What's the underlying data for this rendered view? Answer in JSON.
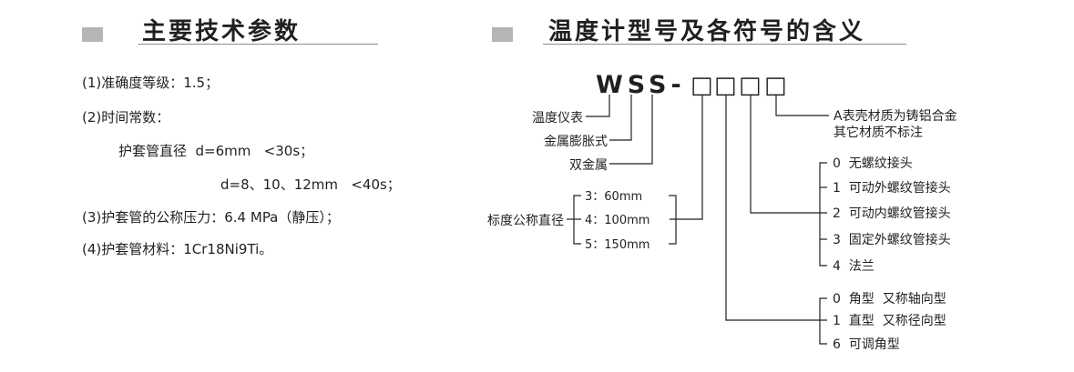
{
  "left_section": {
    "title": "主要技术参数",
    "specs": [
      "(1)准确度等级：1.5；",
      "(2)时间常数：",
      "护套管直径  d=6mm   <30s；",
      "d=8、10、12mm   <40s；",
      "(3)护套管的公称压力：6.4 MPa（静压）；",
      "(4)护套管材料：1Cr18Ni9Ti。"
    ]
  },
  "right_section": {
    "title": "温度计型号及各符号的含义",
    "model_code": "WSS-",
    "model_boxes": [
      "□",
      "□",
      "□",
      "□"
    ],
    "product_labels": [
      "温度仪表",
      "金属膨胀式",
      "双金属"
    ],
    "diameter_label": "标度公称直径",
    "diameter_options": [
      "3：60mm",
      "4：100mm",
      "5：150mm"
    ],
    "connection_options": [
      "0  无螺纹接头",
      "1  可动外螺纹管接头",
      "2  可动内螺纹管接头",
      "3  固定外螺纹管接头",
      "4  法兰"
    ],
    "angle_options": [
      "0  角型  又称轴向型",
      "1  直型  又称径向型",
      "6  可调角型"
    ],
    "material_note": [
      "A表壳材质为铸铝合金",
      "其它材质不标注"
    ]
  }
}
